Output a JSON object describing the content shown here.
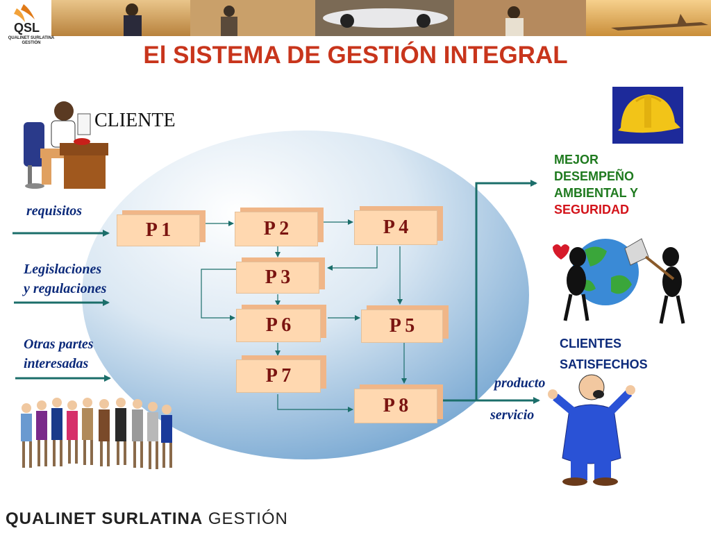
{
  "header": {
    "logo_text": "QSL",
    "logo_subtext": "QUALINET SURLATINA GESTIÓN"
  },
  "title": "El SISTEMA DE GESTIÓN INTEGRAL",
  "cliente_label": "CLIENTE",
  "inputs": {
    "requisitos": "requisitos",
    "legislaciones": [
      "Legislaciones",
      "y regulaciones"
    ],
    "otras_partes": [
      "Otras partes",
      "interesadas"
    ]
  },
  "processes": {
    "p1": "P 1",
    "p2": "P 2",
    "p3": "P 3",
    "p4": "P 4",
    "p5": "P 5",
    "p6": "P 6",
    "p7": "P 7",
    "p8": "P 8"
  },
  "outputs": {
    "mejor": [
      "MEJOR",
      "DESEMPEÑO",
      "AMBIENTAL Y"
    ],
    "seguridad": "SEGURIDAD",
    "clientes": [
      "CLIENTES",
      "SATISFECHOS"
    ],
    "producto": "producto",
    "servicio": "servicio"
  },
  "footer": {
    "brand": "QUALINET SURLATINA",
    "suffix": "GESTIÓN"
  },
  "colors": {
    "title": "#c8351c",
    "arrow": "#1b6e6a",
    "box_fill": "#ffd8b0",
    "label_blue": "#0c2a7a",
    "label_green": "#1f7a1f",
    "label_red": "#d3131a"
  },
  "icons": [
    "phone-client-clipart",
    "hardhat-icon",
    "earth-cleaning-clipart",
    "people-group-clipart",
    "happy-client-clipart"
  ]
}
